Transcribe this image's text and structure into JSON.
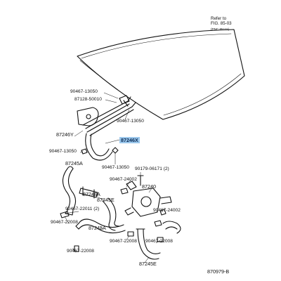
{
  "diagram": {
    "reference_note": {
      "line1": "Refer to",
      "line2": "FIG. 85-03",
      "line3": "(PNC 85111)"
    },
    "drawing_number": "870979-B",
    "callouts": {
      "c_90467_13050_a": "90467-13050",
      "c_87128_50010": "87128-50010",
      "c_90467_13050_b": "90467-13050",
      "c_87246y": "87246Y",
      "c_87246x": "87246X",
      "c_90467_13050_c": "90467-13050",
      "c_90467_13050_d": "90467-13050",
      "c_87245a_top": "87245A",
      "c_90179_06171": "90179-06171 (2)",
      "c_90467_24002_a": "90467-24002",
      "c_87240": "87240",
      "c_87248a": "87248A",
      "c_87245e_a": "87245E",
      "c_90467_22011": "90467-22011 (2)",
      "c_90467_24002_b": "90467-24002",
      "c_90467_22008_a": "90467-22008",
      "c_87245a_mid": "87245A",
      "c_90467_22008_b": "90467-22008",
      "c_90467_22008_c": "90467-22008",
      "c_90467_22008_d": "90467-22008",
      "c_87245e_b": "87245E"
    },
    "highlight_color": "#9cc8ec"
  }
}
